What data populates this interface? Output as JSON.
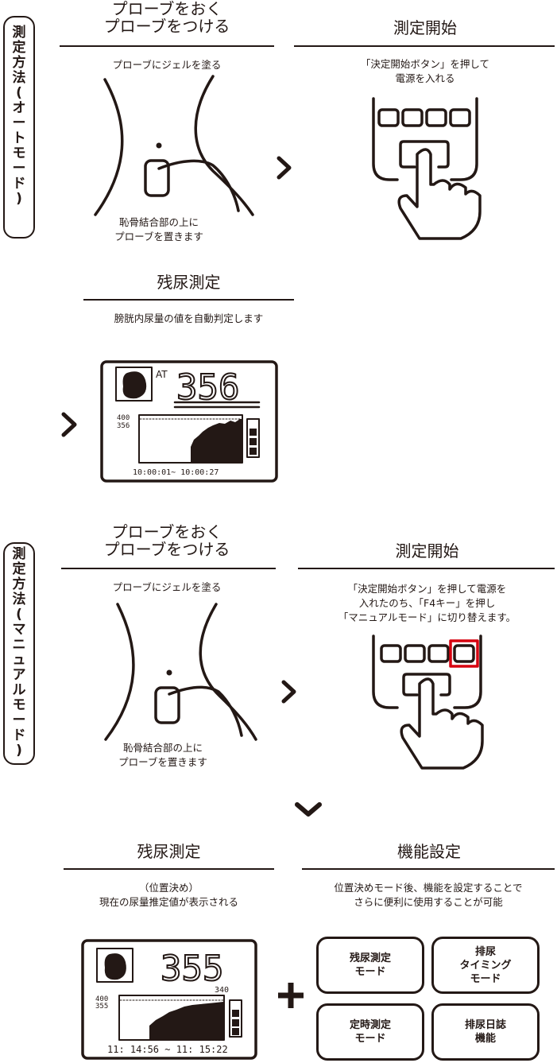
{
  "auto_mode": {
    "tab_label": [
      "測",
      "定",
      "方",
      "法",
      "(",
      "オ",
      "ー",
      "ト",
      "モ",
      "ー",
      "ド",
      ")"
    ],
    "step1": {
      "title_lines": [
        "プローブをおく",
        "プローブをつける"
      ],
      "caption_top": "プローブにジェルを塗る",
      "caption_bottom_lines": [
        "恥骨結合部の上に",
        "プローブを置きます"
      ]
    },
    "step2": {
      "title": "測定開始",
      "caption_lines": [
        "「決定開始ボタン」を押して",
        "電源を入れる"
      ]
    },
    "step3": {
      "title": "残尿測定",
      "caption": "膀胱内尿量の値を自動判定します",
      "screen": {
        "mode": "AT",
        "value": "356",
        "axis_max": "400",
        "axis_value": "356",
        "time_range": "10:00:01~ 10:00:27"
      }
    }
  },
  "manual_mode": {
    "tab_label": [
      "測",
      "定",
      "方",
      "法",
      "(",
      "マ",
      "ニ",
      "ュ",
      "ア",
      "ル",
      "モ",
      "ー",
      "ド",
      ")"
    ],
    "step1": {
      "title_lines": [
        "プローブをおく",
        "プローブをつける"
      ],
      "caption_top": "プローブにジェルを塗る",
      "caption_bottom_lines": [
        "恥骨結合部の上に",
        "プローブを置きます"
      ]
    },
    "step2": {
      "title": "測定開始",
      "caption_lines": [
        "「決定開始ボタン」を押して電源を",
        "入れたのち、「F4キー」を押し",
        "「マニュアルモード」に切り替えます。"
      ],
      "highlight_color": "#d7000f"
    },
    "step3": {
      "title": "残尿測定",
      "caption_lines": [
        "（位置決め）",
        "現在の尿量推定値が表示される"
      ],
      "screen": {
        "value": "355",
        "sub_value": "340",
        "axis_max": "400",
        "axis_value": "355",
        "time_range": "11: 14:56 ~ 11: 15:22"
      }
    },
    "step4": {
      "title": "機能設定",
      "caption_lines": [
        "位置決めモード後、機能を設定することで",
        "さらに便利に使用することが可能"
      ],
      "functions": [
        {
          "lines": [
            "残尿測定",
            "モード"
          ]
        },
        {
          "lines": [
            "排尿",
            "タイミング",
            "モード"
          ]
        },
        {
          "lines": [
            "定時測定",
            "モード"
          ]
        },
        {
          "lines": [
            "排尿日誌",
            "機能"
          ]
        }
      ]
    }
  }
}
